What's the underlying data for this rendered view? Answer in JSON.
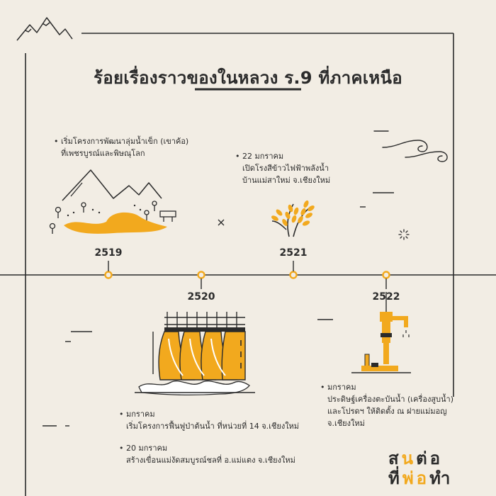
{
  "title": "ร้อยเรื่องราวของในหลวง ร.9 ที่ภาคเหนือ",
  "colors": {
    "accent": "#f2a91e",
    "ink": "#2b2b2b",
    "background": "#f2ede4"
  },
  "years": {
    "y2519": "2519",
    "y2520": "2520",
    "y2521": "2521",
    "y2522": "2522"
  },
  "events": {
    "e2519": {
      "line1": "เริ่มโครงการพัฒนาลุ่มน้ำเข็ก (เขาค้อ)",
      "line2": "ที่เพชรบูรณ์และพิษณุโลก"
    },
    "e2521": {
      "line1": "22 มกราคม",
      "line2": "เปิดโรงสีข้าวไฟฟ้าพลังน้ำ",
      "line3": "บ้านแม่สาใหม่ จ.เชียงใหม่"
    },
    "e2520a": {
      "line1": "มกราคม",
      "line2": "เริ่มโครงการฟื้นฟูป่าต้นน้ำ ที่หน่วยที่ 14 จ.เชียงใหม่"
    },
    "e2520b": {
      "line1": "20 มกราคม",
      "line2": "สร้างเขื่อนแม่งัดสมบูรณ์ชลที่ อ.แม่แตง จ.เชียงใหม่"
    },
    "e2522": {
      "line1": "มกราคม",
      "line2": "ประดิษฐ์เครื่องตะบันน้ำ (เครื่องสูบน้ำ)",
      "line3": "และโปรดฯ ให้ติดตั้ง ณ ฝายแม่มอญ",
      "line4": "จ.เชียงใหม่"
    }
  },
  "logo": {
    "row1a": "ส",
    "row1b": "น",
    "row1c": "ต่อ",
    "row2a": "ที่",
    "row2b": "พ่อ",
    "row2c": "ทำ"
  },
  "icons": [
    "mountain-outline-icon",
    "landscape-lake-icon",
    "rice-stalk-icon",
    "dam-icon",
    "water-pump-icon",
    "cloud-swirl-icon",
    "sparkle-icon"
  ]
}
